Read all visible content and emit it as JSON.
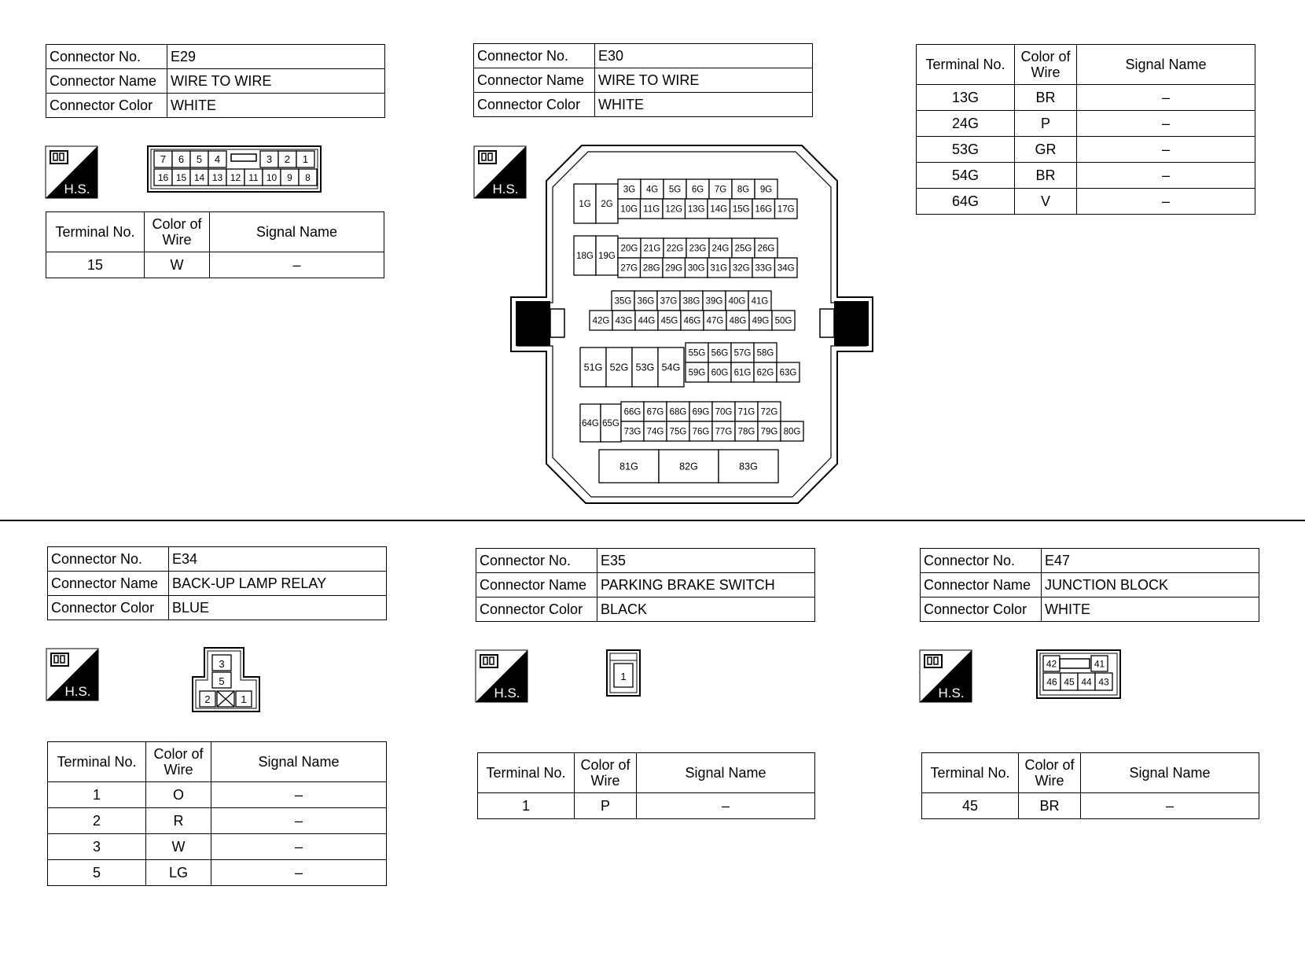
{
  "hs_label": "H.S.",
  "term_headers": {
    "terminal": "Terminal No.",
    "color": "Color of Wire",
    "signal": "Signal Name"
  },
  "info_labels": {
    "no": "Connector No.",
    "name": "Connector Name",
    "color": "Connector Color"
  },
  "e29": {
    "no": "E29",
    "name": "WIRE TO WIRE",
    "color": "WHITE",
    "pins_top": [
      "7",
      "6",
      "5",
      "4",
      "3",
      "2",
      "1"
    ],
    "pins_bottom": [
      "16",
      "15",
      "14",
      "13",
      "12",
      "11",
      "10",
      "9",
      "8"
    ],
    "rows": [
      {
        "t": "15",
        "c": "W",
        "s": "–"
      }
    ]
  },
  "e30": {
    "no": "E30",
    "name": "WIRE TO WIRE",
    "color": "WHITE",
    "pins": {
      "r1_single": [
        "1G",
        "2G"
      ],
      "r1_top": [
        "3G",
        "4G",
        "5G",
        "6G",
        "7G",
        "8G",
        "9G"
      ],
      "r1_bottom": [
        "10G",
        "11G",
        "12G",
        "13G",
        "14G",
        "15G",
        "16G",
        "17G"
      ],
      "r2_single": [
        "18G",
        "19G"
      ],
      "r2_top": [
        "20G",
        "21G",
        "22G",
        "23G",
        "24G",
        "25G",
        "26G"
      ],
      "r2_bottom": [
        "27G",
        "28G",
        "29G",
        "30G",
        "31G",
        "32G",
        "33G",
        "34G"
      ],
      "r3_top": [
        "35G",
        "36G",
        "37G",
        "38G",
        "39G",
        "40G",
        "41G"
      ],
      "r3_bottom": [
        "42G",
        "43G",
        "44G",
        "45G",
        "46G",
        "47G",
        "48G",
        "49G",
        "50G"
      ],
      "r4_single": [
        "51G",
        "52G",
        "53G",
        "54G"
      ],
      "r4_top": [
        "55G",
        "56G",
        "57G",
        "58G"
      ],
      "r4_bottom": [
        "59G",
        "60G",
        "61G",
        "62G",
        "63G"
      ],
      "r5_single": [
        "64G",
        "65G"
      ],
      "r5_top": [
        "66G",
        "67G",
        "68G",
        "69G",
        "70G",
        "71G",
        "72G"
      ],
      "r5_bottom": [
        "73G",
        "74G",
        "75G",
        "76G",
        "77G",
        "78G",
        "79G",
        "80G"
      ],
      "r6": [
        "81G",
        "82G",
        "83G"
      ]
    },
    "rows": [
      {
        "t": "13G",
        "c": "BR",
        "s": "–"
      },
      {
        "t": "24G",
        "c": "P",
        "s": "–"
      },
      {
        "t": "53G",
        "c": "GR",
        "s": "–"
      },
      {
        "t": "54G",
        "c": "BR",
        "s": "–"
      },
      {
        "t": "64G",
        "c": "V",
        "s": "–"
      }
    ]
  },
  "e34": {
    "no": "E34",
    "name": "BACK-UP LAMP RELAY",
    "color": "BLUE",
    "pins": [
      "3",
      "5",
      "2",
      "1"
    ],
    "rows": [
      {
        "t": "1",
        "c": "O",
        "s": "–"
      },
      {
        "t": "2",
        "c": "R",
        "s": "–"
      },
      {
        "t": "3",
        "c": "W",
        "s": "–"
      },
      {
        "t": "5",
        "c": "LG",
        "s": "–"
      }
    ]
  },
  "e35": {
    "no": "E35",
    "name": "PARKING BRAKE SWITCH",
    "color": "BLACK",
    "pins": [
      "1"
    ],
    "rows": [
      {
        "t": "1",
        "c": "P",
        "s": "–"
      }
    ]
  },
  "e47": {
    "no": "E47",
    "name": "JUNCTION BLOCK",
    "color": "WHITE",
    "pins_top": [
      "42",
      "41"
    ],
    "pins_bottom": [
      "46",
      "45",
      "44",
      "43"
    ],
    "rows": [
      {
        "t": "45",
        "c": "BR",
        "s": "–"
      }
    ]
  }
}
